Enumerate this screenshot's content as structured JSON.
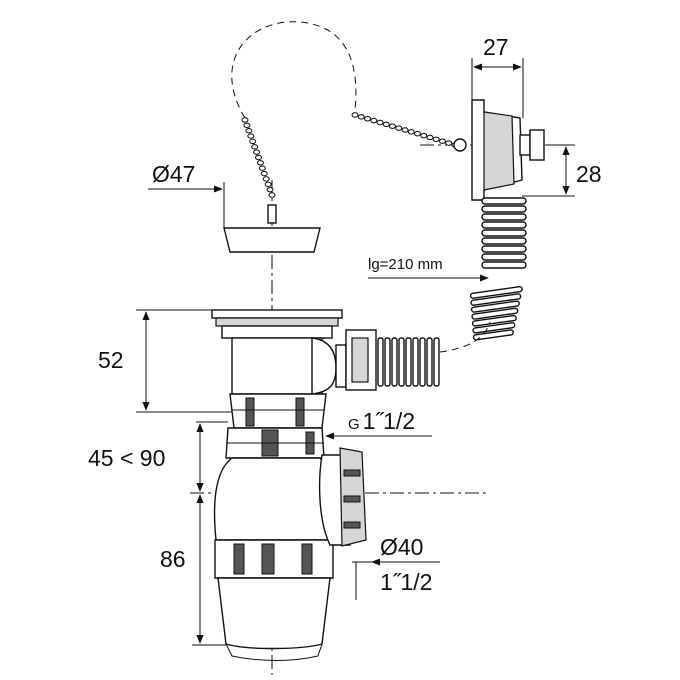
{
  "dimensions": {
    "overflow_width": "27",
    "overflow_height": "28",
    "plug_diameter": "Ø47",
    "hose_length": "lg=210 mm",
    "waste_height": "52",
    "thread_size": "G1˝1/2",
    "adjust_range": "45 < 90",
    "trap_height": "86",
    "outlet_diameter": "Ø40",
    "outlet_thread": "1˝1/2"
  },
  "colors": {
    "line": "#111111",
    "fill_light": "#d6d6d6",
    "fill_dark": "#555555"
  }
}
